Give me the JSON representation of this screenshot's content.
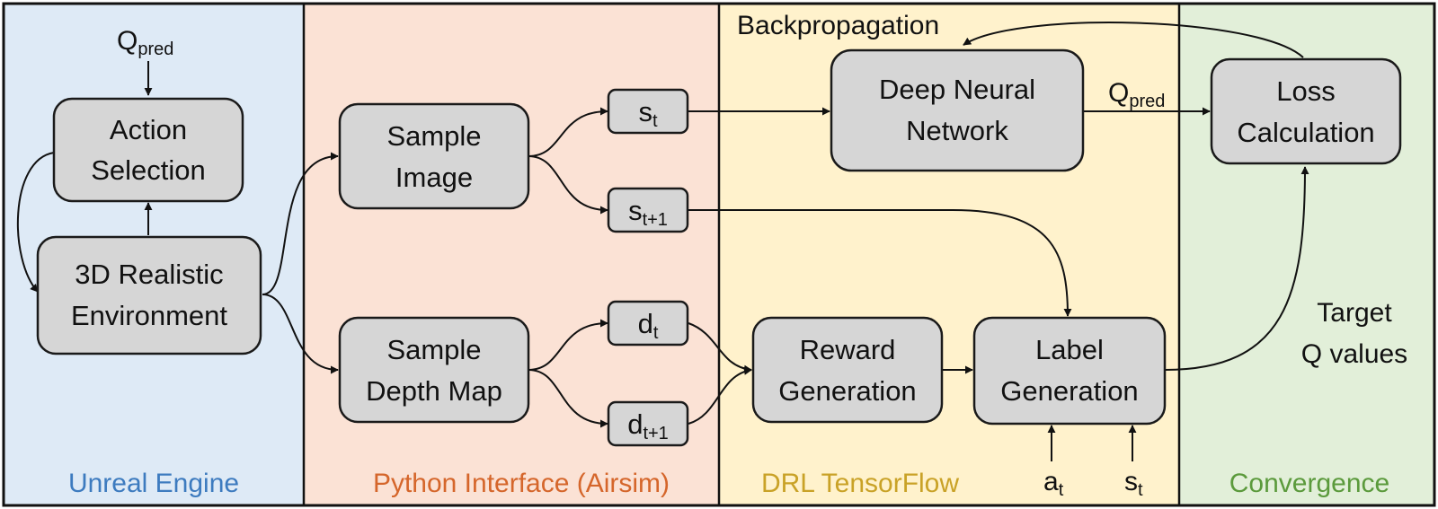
{
  "panels": [
    {
      "id": "unreal",
      "label": "Unreal Engine",
      "fill": "#deeaf6",
      "label_color": "#3d7bbf"
    },
    {
      "id": "python",
      "label": "Python Interface (Airsim)",
      "fill": "#fbe2d5",
      "label_color": "#d5662b"
    },
    {
      "id": "drl",
      "label": "DRL TensorFlow",
      "fill": "#fff2cc",
      "label_color": "#c9a227"
    },
    {
      "id": "conv",
      "label": "Convergence",
      "fill": "#e2efd9",
      "label_color": "#5b9a3c"
    }
  ],
  "nodes": {
    "action_selection": [
      "Action",
      "Selection"
    ],
    "environment": [
      "3D Realistic",
      "Environment"
    ],
    "sample_image": [
      "Sample",
      "Image"
    ],
    "sample_depth": [
      "Sample",
      "Depth Map"
    ],
    "dnn": [
      "Deep Neural",
      "Network"
    ],
    "loss": [
      "Loss",
      "Calculation"
    ],
    "reward": [
      "Reward",
      "Generation"
    ],
    "label_gen": [
      "Label",
      "Generation"
    ]
  },
  "states": {
    "s_t": {
      "base": "s",
      "sub": "t"
    },
    "s_t1": {
      "base": "s",
      "sub": "t+1"
    },
    "d_t": {
      "base": "d",
      "sub": "t"
    },
    "d_t1": {
      "base": "d",
      "sub": "t+1"
    }
  },
  "labels": {
    "q_pred_top": {
      "base": "Q",
      "sub": "pred"
    },
    "q_pred_mid": {
      "base": "Q",
      "sub": "pred"
    },
    "backprop": "Backpropagation",
    "target_q": [
      "Target",
      "Q values"
    ],
    "a_t": {
      "base": "a",
      "sub": "t"
    },
    "s_t_in": {
      "base": "s",
      "sub": "t"
    }
  }
}
